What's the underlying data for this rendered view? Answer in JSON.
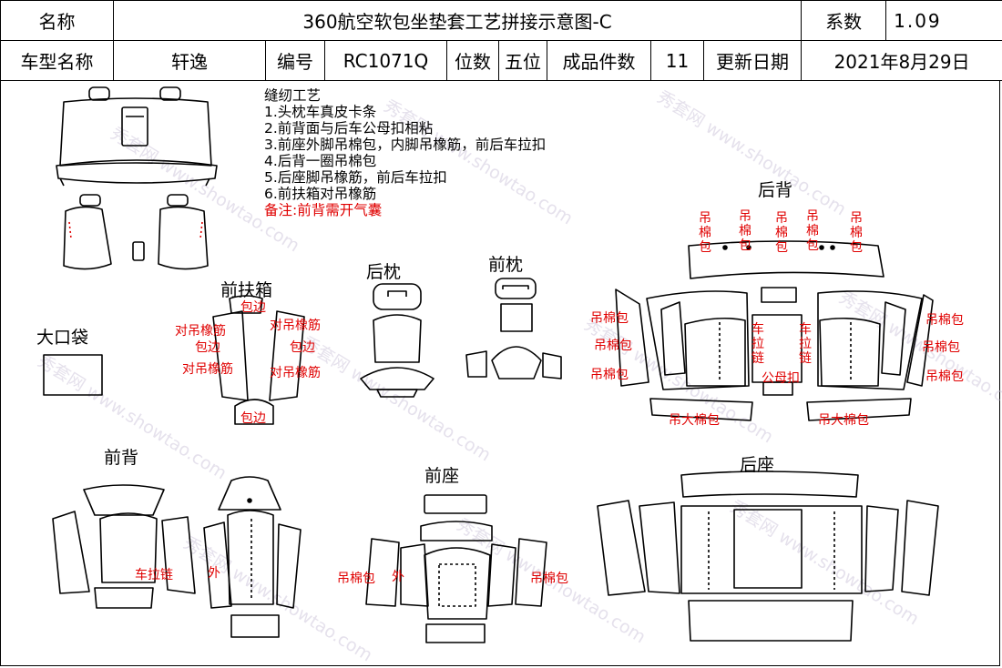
{
  "header": {
    "name_label": "名称",
    "title": "360航空软包坐垫套工艺拼接示意图-C",
    "coef_label": "系数",
    "coef_value": "1.09",
    "model_label": "车型名称",
    "model_value": "轩逸",
    "code_label": "编号",
    "code_value": "RC1071Q",
    "seats_label": "位数",
    "seats_value": "五位",
    "pieces_label": "成品件数",
    "pieces_value": "11",
    "date_label": "更新日期",
    "date_value": "2021年8月29日"
  },
  "notes": {
    "title": "缝纫工艺",
    "items": [
      "1.头枕车真皮卡条",
      "2.前背面与后车公母扣相粘",
      "3.前座外脚吊棉包，内脚吊橡筋，前后车拉扣",
      "4.后背一圈吊棉包",
      "5.后座脚吊橡筋，前后车拉扣",
      "6.前扶箱对吊橡筋"
    ],
    "remark": "备注:前背需开气囊"
  },
  "sections": {
    "big_pocket": "大口袋",
    "front_armrest": "前扶箱",
    "rear_headrest": "后枕",
    "front_headrest": "前枕",
    "rear_back": "后背",
    "front_back": "前背",
    "front_seat": "前座",
    "rear_seat": "后座"
  },
  "annotations": {
    "armrest_edge_top": "包边",
    "armrest_elastic_l1": "对吊橡筋",
    "armrest_edge_l": "包边",
    "armrest_elastic_r1": "对吊橡筋",
    "armrest_edge_r": "包边",
    "armrest_elastic_l2": "对吊橡筋",
    "armrest_elastic_r2": "对吊橡筋",
    "armrest_edge_bottom": "包边",
    "rb_top_1": "吊棉包",
    "rb_top_2": "吊棉包",
    "rb_top_3": "吊棉包",
    "rb_top_4": "吊棉包",
    "rb_top_5": "吊棉包",
    "rb_left_1": "吊棉包",
    "rb_left_2": "吊棉包",
    "rb_left_3": "吊棉包",
    "rb_right_1": "吊棉包",
    "rb_right_2": "吊棉包",
    "rb_right_3": "吊棉包",
    "rb_zip_l": "车拉链",
    "rb_zip_r": "车拉链",
    "rb_snap": "公母扣",
    "rb_big_l": "吊大棉包",
    "rb_big_r": "吊大棉包",
    "fb_zip": "车拉链",
    "fb_outer": "外",
    "fs_left": "吊棉包",
    "fs_outer": "外",
    "fs_right": "吊棉包"
  },
  "watermark": "秀套网 www.showtao.com",
  "colors": {
    "annotation": "#e00000",
    "line": "#000000"
  }
}
